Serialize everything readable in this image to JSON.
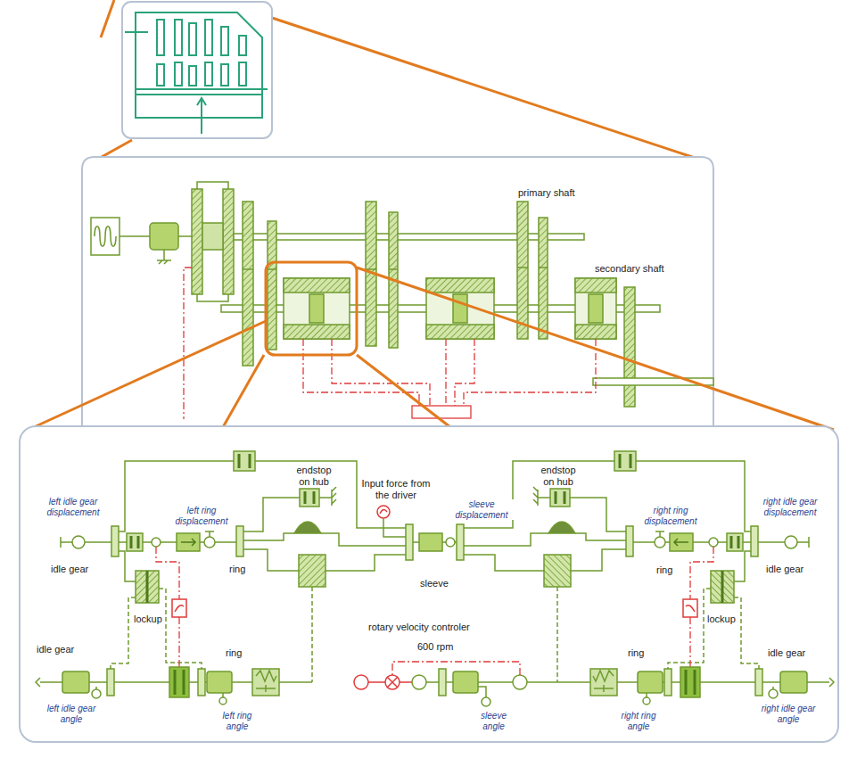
{
  "diagram": {
    "labels": [
      "primary shaft",
      "secondary shaft",
      "left idle gear displacement",
      "left ring displacement",
      "endstop on hub",
      "Input force from the driver",
      "sleeve displacement",
      "endstop on hub",
      "right ring displacement",
      "right idle gear displacement",
      "idle gear",
      "ring",
      "sleeve",
      "ring",
      "idle gear",
      "lockup",
      "lockup",
      "idle gear",
      "rotary velocity controler",
      "600 rpm",
      "ring",
      "ring",
      "idle gear",
      "left idle gear angle",
      "left ring angle",
      "sleeve angle",
      "right ring angle",
      "right idle gear angle"
    ]
  }
}
